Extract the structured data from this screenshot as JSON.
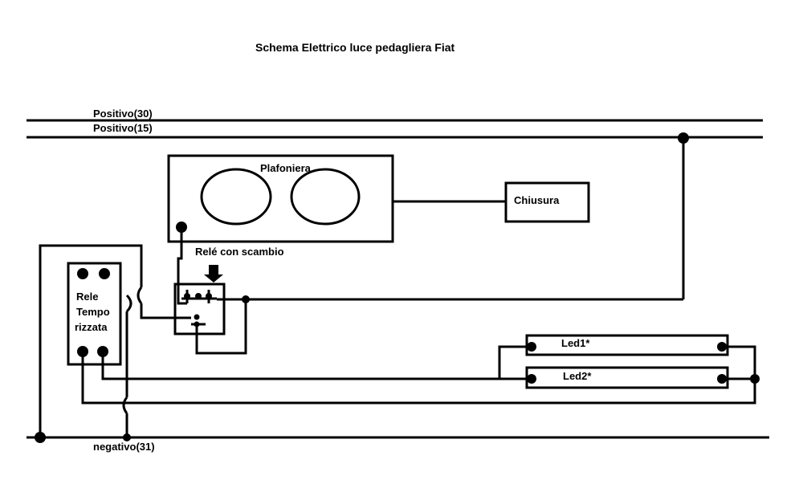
{
  "title": "Schema Elettrico luce pedagliera Fiat",
  "rails": {
    "positive_30": "Positivo(30)",
    "positive_15": "Positivo(15)",
    "negative_31": "negativo(31)"
  },
  "components": {
    "dome_light": "Plafoniera",
    "closure": "Chiusura",
    "changeover_relay": "Relé con scambio",
    "timed_relay": [
      "Rele",
      "Tempo",
      "rizzata"
    ],
    "led1": "Led1*",
    "led2": "Led2*"
  }
}
